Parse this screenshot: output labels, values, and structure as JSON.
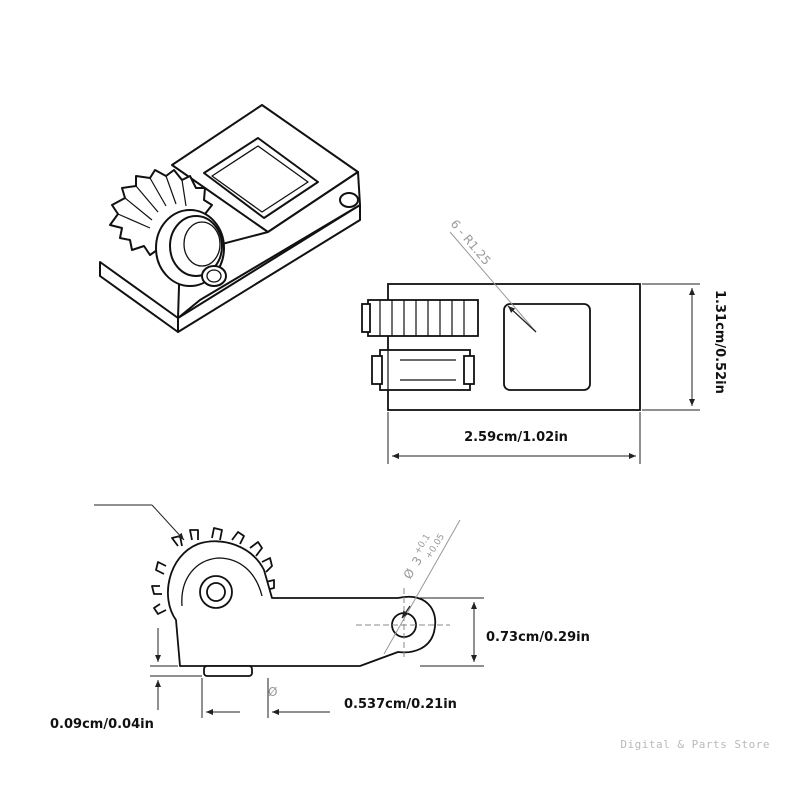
{
  "drawing": {
    "dimensions": {
      "height": "1.31cm/0.52in",
      "length": "2.59cm/1.02in",
      "arm_height": "0.73cm/0.29in",
      "hole_offset": "0.537cm/0.21in",
      "flange": "0.09cm/0.04in"
    },
    "annotations": {
      "fillet": "6 - R1.25",
      "hole_callout": "3",
      "tol_upper": "+0.1",
      "tol_lower": "+0.05",
      "diameter_symbol": "Ø",
      "diameter_symbol_bottom": "Ø"
    }
  },
  "watermark": "Digital & Parts Store"
}
